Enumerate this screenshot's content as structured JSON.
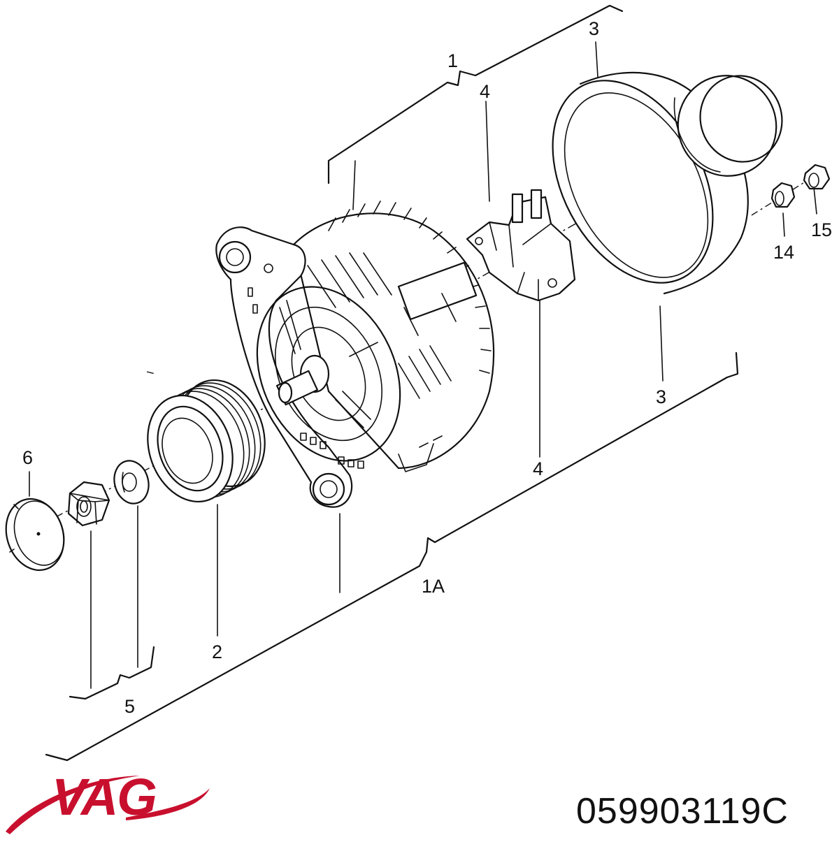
{
  "diagram": {
    "callouts": {
      "c1": "1",
      "c1a": "1A",
      "c2": "2",
      "c3_top": "3",
      "c3_bottom": "3",
      "c4_top": "4",
      "c4_bottom": "4",
      "c5": "5",
      "c6": "6",
      "c14": "14",
      "c15": "15"
    }
  },
  "branding": {
    "logo_text": "VAG",
    "logo_color": "#c8102e",
    "part_number": "059903119C"
  }
}
